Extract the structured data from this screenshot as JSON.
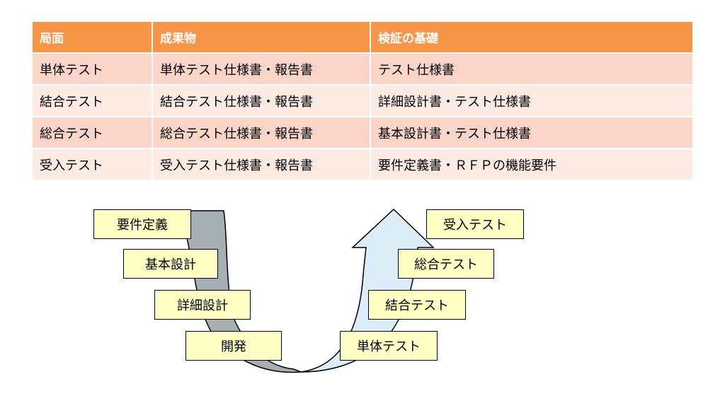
{
  "table": {
    "headers": [
      "局面",
      "成果物",
      "検証の基礎"
    ],
    "rows": [
      [
        "単体テスト",
        "単体テスト仕様書・報告書",
        "テスト仕様書"
      ],
      [
        "結合テスト",
        "結合テスト仕様書・報告書",
        "詳細設計書・テスト仕様書"
      ],
      [
        "総合テスト",
        "総合テスト仕様書・報告書",
        "基本設計書・テスト仕様書"
      ],
      [
        "受入テスト",
        "受入テスト仕様書・報告書",
        "要件定義書・ＲＦＰの機能要件"
      ]
    ]
  },
  "vmodel": {
    "left_phases": [
      "要件定義",
      "基本設計",
      "詳細設計",
      "開発"
    ],
    "right_phases": [
      "受入テスト",
      "総合テスト",
      "結合テスト",
      "単体テスト"
    ]
  },
  "colors": {
    "header_bg": "#f79646",
    "row_odd": "#fcd5c9",
    "row_even": "#fdeae3",
    "box_fill": "#ffffc4",
    "left_arrow": "#a6b0b4",
    "right_arrow": "#dbeef7"
  }
}
